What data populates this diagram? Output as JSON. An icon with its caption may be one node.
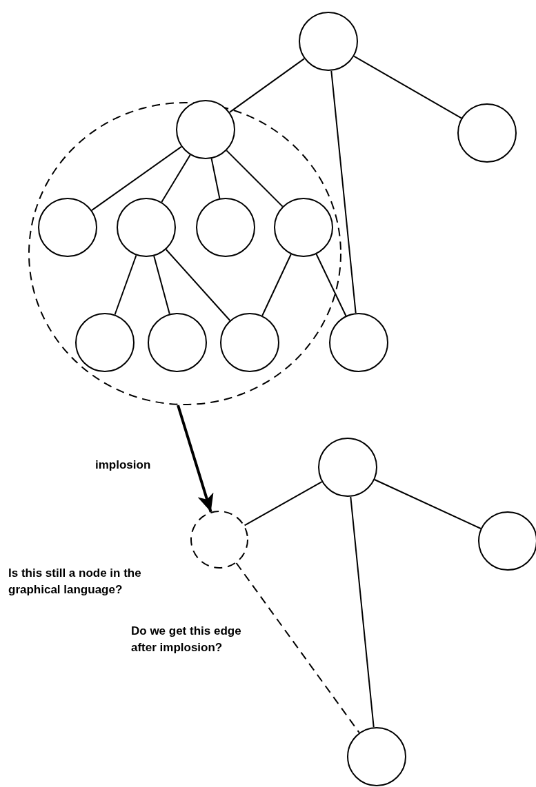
{
  "diagram": {
    "nodes": [
      {
        "text": [],
        "shape": "circle"
      },
      {
        "text": [],
        "shape": "circle"
      },
      {
        "text": [],
        "shape": "circle"
      },
      {
        "text": [],
        "shape": "circle",
        "in": 2
      },
      {
        "text": [],
        "shape": "circle",
        "in": 2
      },
      {
        "text": [],
        "shape": "circle",
        "in": 2
      },
      {
        "text": [],
        "shape": "circle",
        "in": 2
      },
      {
        "text": [],
        "shape": "circle",
        "in": 2
      },
      {
        "text": [],
        "shape": "circle",
        "in": 2
      },
      {
        "text": [],
        "shape": "circle",
        "in": 2
      },
      {
        "text": [],
        "shape": "circle",
        "in": 2
      },
      {
        "text": [],
        "shape": "circle"
      },
      {
        "text": [],
        "shape": "circle"
      },
      {
        "text": [],
        "shape": "circle"
      },
      {
        "text": [],
        "shape": "circle"
      },
      {
        "text": [],
        "shape": "circle"
      }
    ],
    "edges": [
      {
        "from": 0,
        "to": 3,
        "arrow": "none"
      },
      {
        "from": 0,
        "to": 1,
        "arrow": "none"
      },
      {
        "from": 0,
        "to": 11,
        "arrow": "none"
      },
      {
        "from": 3,
        "to": 4,
        "arrow": "none"
      },
      {
        "from": 3,
        "to": 5,
        "arrow": "none"
      },
      {
        "from": 3,
        "to": 6,
        "arrow": "none"
      },
      {
        "from": 3,
        "to": 7,
        "arrow": "none"
      },
      {
        "from": 5,
        "to": 8,
        "arrow": "none"
      },
      {
        "from": 5,
        "to": 9,
        "arrow": "none"
      },
      {
        "from": 5,
        "to": 10,
        "arrow": "none"
      },
      {
        "from": 7,
        "to": 10,
        "arrow": "none"
      },
      {
        "from": 7,
        "to": 11,
        "arrow": "none"
      },
      {
        "from": 2,
        "to": 13,
        "arrow": "to",
        "label": "implosion",
        "style": "thick"
      },
      {
        "from": 12,
        "to": 13,
        "arrow": "none"
      },
      {
        "from": 12,
        "to": 14,
        "arrow": "none"
      },
      {
        "from": 12,
        "to": 15,
        "arrow": "none"
      },
      {
        "from": 13,
        "to": 15,
        "arrow": "none",
        "style": "dashed"
      }
    ],
    "labels": [
      "Is this still a node in the graphical language?",
      "Do we get this edge after implosion?"
    ]
  }
}
